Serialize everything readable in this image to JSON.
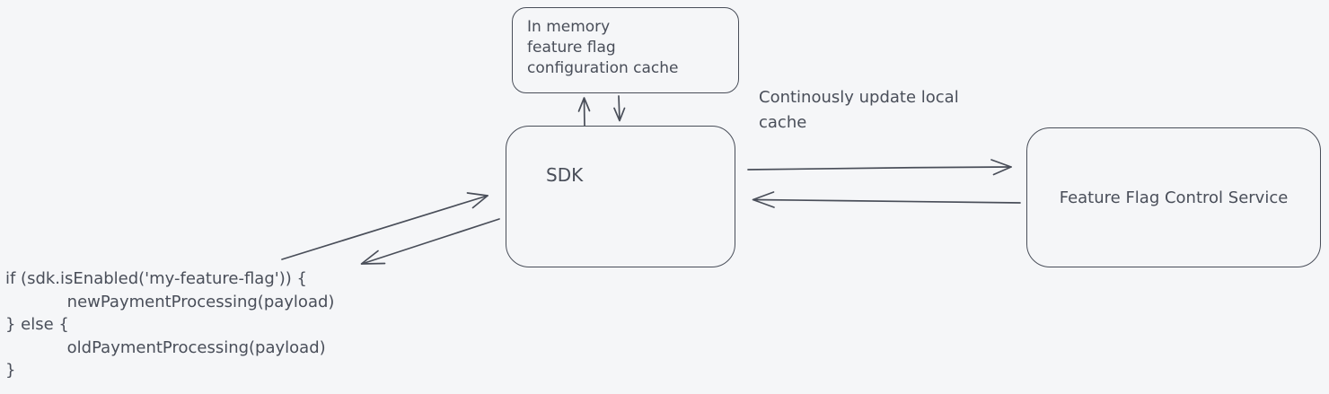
{
  "diagram": {
    "colors": {
      "background": "#f5f6f8",
      "stroke": "#494e59"
    },
    "nodes": {
      "cache": {
        "label": "In memory\nfeature flag\nconfiguration cache"
      },
      "sdk": {
        "label": "SDK"
      },
      "service": {
        "label": "Feature Flag Control Service"
      }
    },
    "labels": {
      "update": "Continously update local\ncache"
    },
    "code": "if (sdk.isEnabled('my-feature-flag')) {\n\tnewPaymentProcessing(payload)\n} else {\n\toldPaymentProcessing(payload)\n}",
    "edges": [
      {
        "name": "sdk-to-cache",
        "from": "sdk",
        "to": "cache",
        "arrowhead": "up"
      },
      {
        "name": "cache-to-sdk",
        "from": "cache",
        "to": "sdk",
        "arrowhead": "down"
      },
      {
        "name": "sdk-to-service",
        "from": "sdk",
        "to": "service",
        "arrowhead": "right",
        "label": "Continously update local cache"
      },
      {
        "name": "service-to-sdk",
        "from": "service",
        "to": "sdk",
        "arrowhead": "left"
      },
      {
        "name": "code-to-sdk",
        "from": "code",
        "to": "sdk",
        "arrowhead": "up-right"
      },
      {
        "name": "sdk-to-code",
        "from": "sdk",
        "to": "code",
        "arrowhead": "down-left"
      }
    ]
  }
}
